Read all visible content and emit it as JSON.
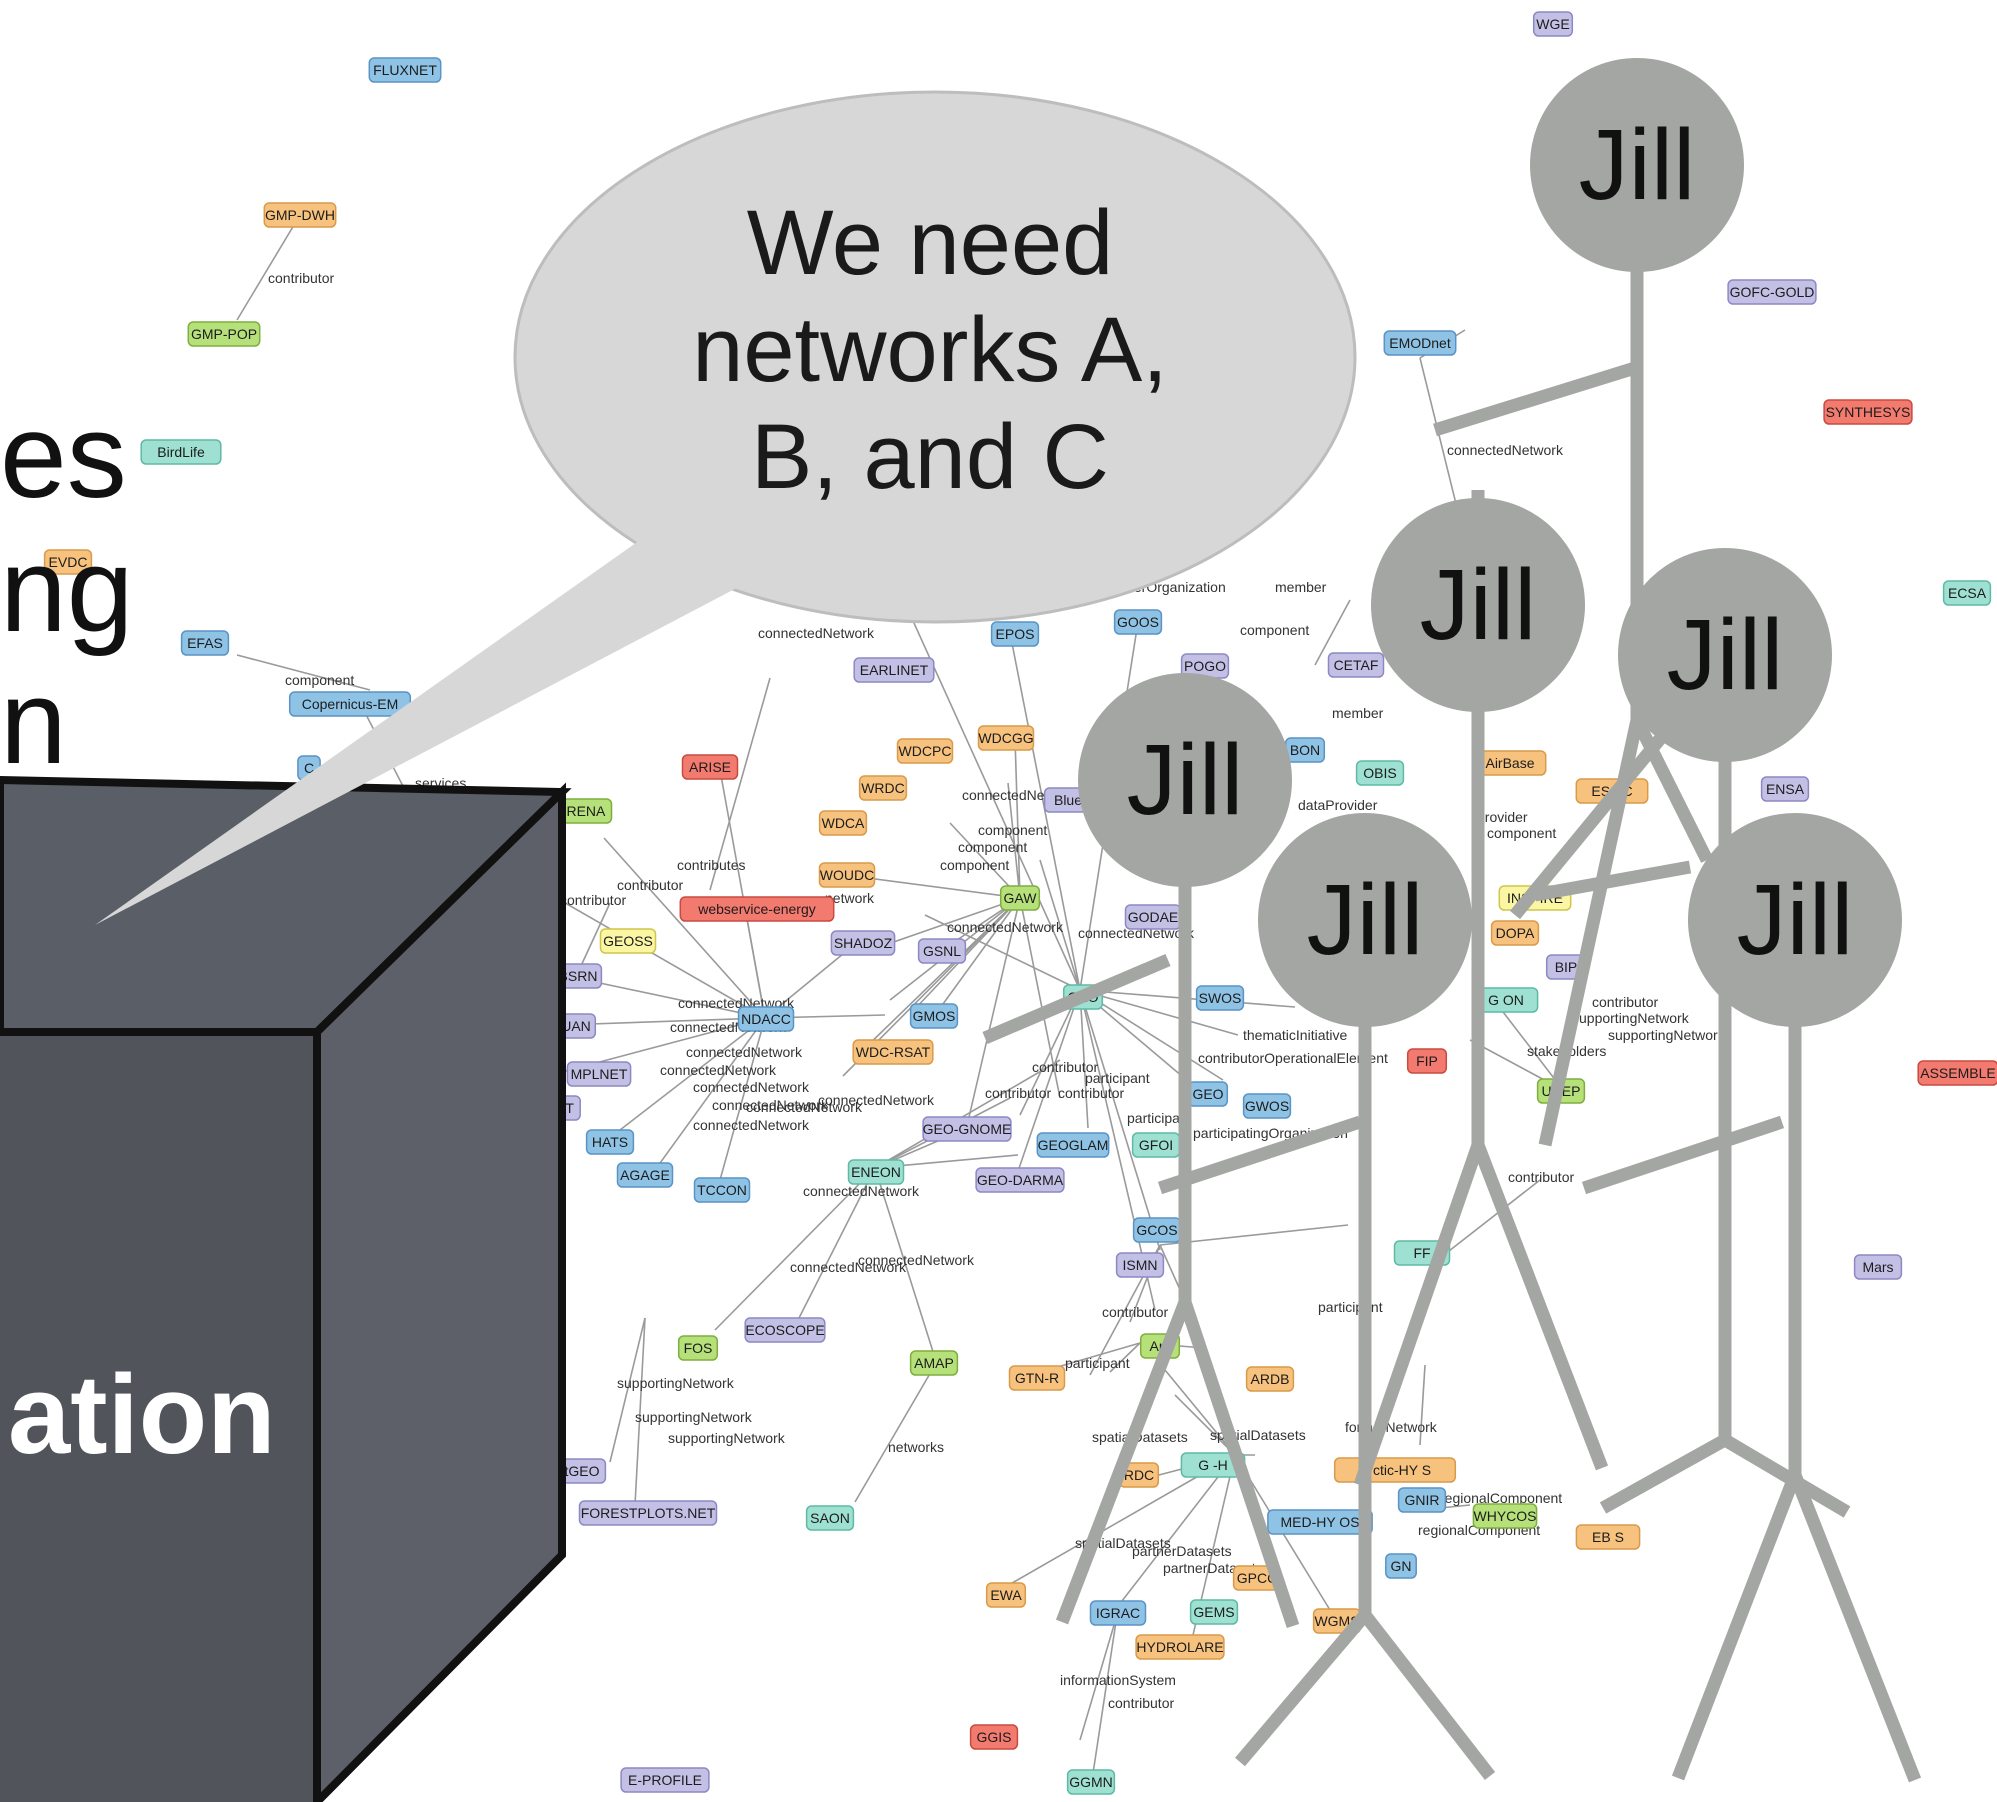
{
  "slide": {
    "partial_lines": [
      "es",
      "ng",
      "n"
    ],
    "box_label": "ation",
    "bubble_text": [
      "We need",
      "networks A,",
      "B, and C"
    ],
    "person_name": "Jill"
  },
  "colors": {
    "blue": "#8fc3e6",
    "purple": "#c3c0e6",
    "orange": "#f6c27d",
    "green": "#b6e07a",
    "teal": "#9ee0d2",
    "red": "#f37a6e",
    "yellow": "#fbf6a4",
    "figure": "#a4a6a3",
    "box_front": "#51545b",
    "box_side": "#5d6068"
  },
  "nodes": [
    {
      "label": "FLUXNET",
      "c": "blue"
    },
    {
      "label": "WGE",
      "c": "purple"
    },
    {
      "label": "GMP-DWH",
      "c": "orange"
    },
    {
      "label": "GMP-POP",
      "c": "green"
    },
    {
      "label": "BirdLife",
      "c": "teal"
    },
    {
      "label": "EVDC",
      "c": "orange"
    },
    {
      "label": "EFAS",
      "c": "blue"
    },
    {
      "label": "Copernicus-EM",
      "c": "blue"
    },
    {
      "label": "C",
      "c": "blue"
    },
    {
      "label": "GOFC-GOLD",
      "c": "purple"
    },
    {
      "label": "SYNTHESYS",
      "c": "red"
    },
    {
      "label": "EMODnet",
      "c": "blue"
    },
    {
      "label": "ECSA",
      "c": "teal"
    },
    {
      "label": "ENSA",
      "c": "purple"
    },
    {
      "label": "ASSEMBLE",
      "c": "red"
    },
    {
      "label": "Mars",
      "c": "purple"
    },
    {
      "label": "EPOS",
      "c": "blue"
    },
    {
      "label": "GOOS",
      "c": "blue"
    },
    {
      "label": "POGO",
      "c": "purple"
    },
    {
      "label": "CETAF",
      "c": "purple"
    },
    {
      "label": "EARLINET",
      "c": "purple"
    },
    {
      "label": "ARISE",
      "c": "red"
    },
    {
      "label": "WDCPC",
      "c": "orange"
    },
    {
      "label": "WDCGG",
      "c": "orange"
    },
    {
      "label": "OBIS",
      "c": "teal"
    },
    {
      "label": "AirBase",
      "c": "orange"
    },
    {
      "label": "ES   AC",
      "c": "orange"
    },
    {
      "label": "BON",
      "c": "blue"
    },
    {
      "label": "WRDC",
      "c": "orange"
    },
    {
      "label": "Blue",
      "c": "purple"
    },
    {
      "label": "WDCA",
      "c": "orange"
    },
    {
      "label": "IRENA",
      "c": "green"
    },
    {
      "label": "WOUDC",
      "c": "orange"
    },
    {
      "label": "GAW",
      "c": "green"
    },
    {
      "label": "webservice-energy",
      "c": "red"
    },
    {
      "label": "GEOSS",
      "c": "yellow"
    },
    {
      "label": "SHADOZ",
      "c": "purple"
    },
    {
      "label": "GSNL",
      "c": "purple"
    },
    {
      "label": "GODAE",
      "c": "purple"
    },
    {
      "label": "INSPIRE",
      "c": "yellow"
    },
    {
      "label": "DOPA",
      "c": "orange"
    },
    {
      "label": "BSRN",
      "c": "purple"
    },
    {
      "label": "GEO",
      "c": "teal"
    },
    {
      "label": "SWOS",
      "c": "blue"
    },
    {
      "label": "BIP",
      "c": "purple"
    },
    {
      "label": "UAN",
      "c": "purple"
    },
    {
      "label": "NDACC",
      "c": "blue"
    },
    {
      "label": "GMOS",
      "c": "blue"
    },
    {
      "label": "G   ON",
      "c": "teal"
    },
    {
      "label": "WDC-RSAT",
      "c": "orange"
    },
    {
      "label": "FIP",
      "c": "red"
    },
    {
      "label": "MPLNET",
      "c": "purple"
    },
    {
      "label": "GEO",
      "c": "blue"
    },
    {
      "label": "GWOS",
      "c": "blue"
    },
    {
      "label": "UNEP",
      "c": "green"
    },
    {
      "label": "ET",
      "c": "purple"
    },
    {
      "label": "HATS",
      "c": "blue"
    },
    {
      "label": "GEO-GNOME",
      "c": "purple"
    },
    {
      "label": "AGAGE",
      "c": "blue"
    },
    {
      "label": "GEOGLAM",
      "c": "blue"
    },
    {
      "label": "GFOI",
      "c": "teal"
    },
    {
      "label": "TCCON",
      "c": "blue"
    },
    {
      "label": "ENEON",
      "c": "teal"
    },
    {
      "label": "GEO-DARMA",
      "c": "purple"
    },
    {
      "label": "GCOS",
      "c": "blue"
    },
    {
      "label": "ISMN",
      "c": "purple"
    },
    {
      "label": "   FF",
      "c": "teal"
    },
    {
      "label": "ECOSCOPE",
      "c": "purple"
    },
    {
      "label": "FOS",
      "c": "green"
    },
    {
      "label": "AMAP",
      "c": "green"
    },
    {
      "label": "GTN-R",
      "c": "orange"
    },
    {
      "label": "Arc",
      "c": "green"
    },
    {
      "label": "ARDB",
      "c": "orange"
    },
    {
      "label": "G   -H",
      "c": "teal"
    },
    {
      "label": "Arctic-HY   S",
      "c": "orange"
    },
    {
      "label": "GNIR",
      "c": "blue"
    },
    {
      "label": "WHYCOS",
      "c": "green"
    },
    {
      "label": "tGEO",
      "c": "purple"
    },
    {
      "label": "FORESTPLOTS.NET",
      "c": "purple"
    },
    {
      "label": "SAON",
      "c": "teal"
    },
    {
      "label": "RDC",
      "c": "orange"
    },
    {
      "label": "MED-HY   OS",
      "c": "blue"
    },
    {
      "label": "GN",
      "c": "blue"
    },
    {
      "label": "EB   S",
      "c": "orange"
    },
    {
      "label": "GPCC",
      "c": "orange"
    },
    {
      "label": "EWA",
      "c": "orange"
    },
    {
      "label": "IGRAC",
      "c": "blue"
    },
    {
      "label": "GEMS",
      "c": "teal"
    },
    {
      "label": "WGMS",
      "c": "orange"
    },
    {
      "label": "HYDROLARE",
      "c": "orange"
    },
    {
      "label": "GGIS",
      "c": "red"
    },
    {
      "label": "E-PROFILE",
      "c": "purple"
    },
    {
      "label": "GGMN",
      "c": "teal"
    }
  ],
  "edge_labels": [
    "contributor",
    "component",
    "services",
    "member",
    "connectedNetwork",
    "member",
    "component",
    "connectedNetwork",
    "memberOrganization",
    "connectedNetwork",
    "contributes",
    "contributor",
    "contributor",
    "network",
    "connectedNetwork",
    "component",
    "component",
    "component",
    "connectedNetwork",
    "connectedNetwork",
    "connectedNetwork",
    "connectedNetwork",
    "connectedNetwork",
    "connectedNetwork",
    "connectedNetwork",
    "connectedNetwork",
    "connectedNetwork",
    "connectedNetwork",
    "connectedNetwork",
    "connectedNetwork",
    "connectedNetwork",
    "contributor",
    "contributor",
    "contributor",
    "participant",
    "participant",
    "thematicInitiative",
    "contributorOperationalElement",
    "participatingOrganization",
    "dataProvider",
    "provider",
    "component",
    "contributor",
    "supportingNetwork",
    "supportingNetwork",
    "stakeholders",
    "contributor",
    "participant",
    "contributor",
    "participant",
    "spatialDatasets",
    "spatialDatasets",
    "formerNetwork",
    "regionalComponent",
    "regionalComponent",
    "supportingNetwork",
    "supportingNetwork",
    "supportingNetwork",
    "networks",
    "spatialDatasets",
    "partnerDatasets",
    "partnerDatasets",
    "informationSystem",
    "contributor"
  ]
}
